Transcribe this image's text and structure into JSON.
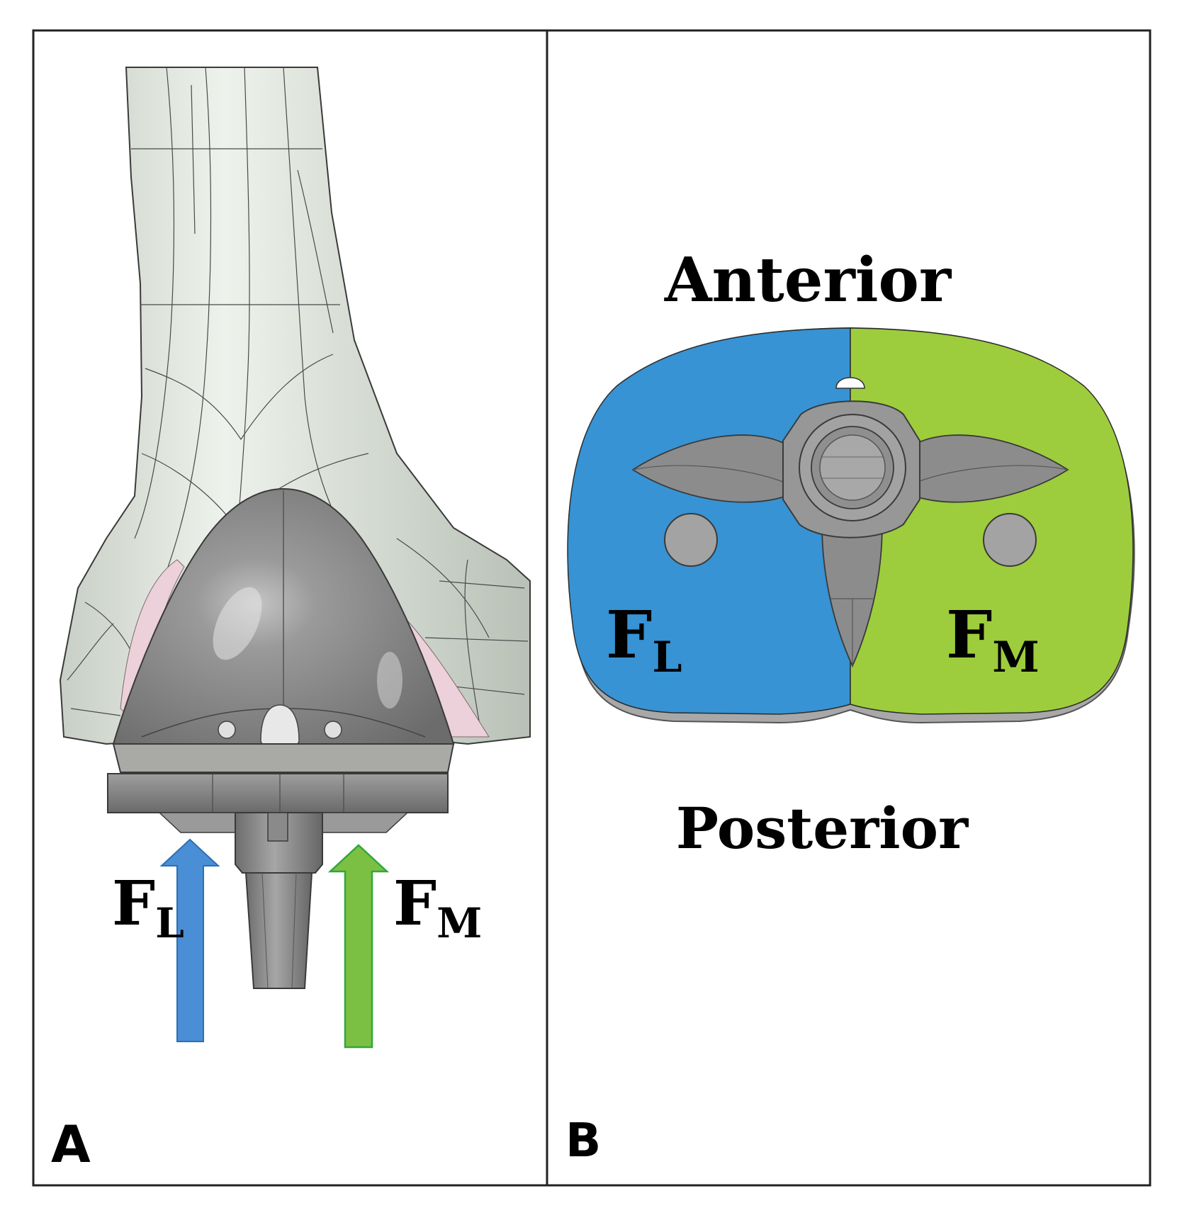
{
  "panels": {
    "a": {
      "letter": "A",
      "force_lateral": {
        "main": "F",
        "sub": "L",
        "color": "#4a8fd6"
      },
      "force_medial": {
        "main": "F",
        "sub": "M",
        "color": "#7cc043"
      }
    },
    "b": {
      "letter": "B",
      "anterior": "Anterior",
      "posterior": "Posterior",
      "region_lateral": {
        "main": "F",
        "sub": "L",
        "color": "#3793d3"
      },
      "region_medial": {
        "main": "F",
        "sub": "M",
        "color": "#9dcd3c"
      }
    }
  },
  "colors": {
    "frame": "#222222",
    "bone": "#e3e8e1",
    "bone_shadow": "#c9d0c8",
    "implant": "#8d8d8d",
    "implant_dark": "#6e6e6e",
    "implant_light": "#b3b3b3",
    "cartilage": "#e9c9d3"
  }
}
